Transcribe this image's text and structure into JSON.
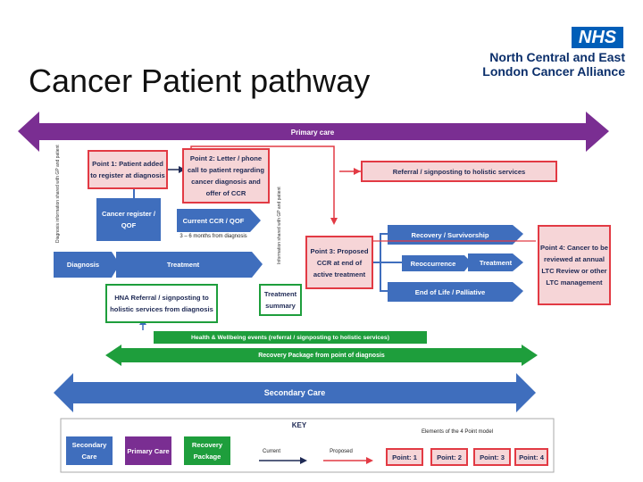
{
  "title": "Cancer Patient pathway",
  "logo": {
    "nhs": "NHS",
    "org_line1": "North Central and East",
    "org_line2": "London Cancer Alliance"
  },
  "bands": {
    "primary": "Primary care",
    "secondary": "Secondary Care",
    "health_events": "Health & Wellbeing events (referral / signposting to holistic services)",
    "recovery_package": "Recovery Package from point of diagnosis"
  },
  "boxes": {
    "point1": "Point 1: Patient added to register at diagnosis",
    "point2": "Point 2: Letter / phone call to patient regarding cancer diagnosis and offer of CCR",
    "referral": "Referral / signposting to holistic services",
    "cancer_register": "Cancer register / QOF",
    "current_ccr": "Current CCR / QOF",
    "months": "3 – 6 months from diagnosis",
    "diagnosis": "Diagnosis",
    "treatment": "Treatment",
    "point3": "Point 3: Proposed CCR at end of active treatment",
    "recovery": "Recovery / Survivorship",
    "reoccurrence": "Reoccurrence",
    "treatment2": "Treatment",
    "end_of_life": "End of Life / Palliative",
    "point4": "Point 4: Cancer to be reviewed at annual LTC Review or other LTC management",
    "hna": "HNA Referral / signposting to holistic services from diagnosis",
    "treatment_summary": "Treatment summary",
    "vtext_left": "Diagnosis information shared with GP and patient",
    "vtext_right": "Information shared with GP and patient"
  },
  "key": {
    "title": "KEY",
    "elements_label": "Elements of the 4 Point model",
    "secondary": "Secondary Care",
    "primary": "Primary Care",
    "recovery": "Recovery Package",
    "current": "Current",
    "proposed": "Proposed",
    "p1": "Point: 1",
    "p2": "Point: 2",
    "p3": "Point: 3",
    "p4": "Point: 4"
  },
  "colors": {
    "purple": "#7a2e92",
    "blue": "#3f6ebd",
    "green": "#1e9e3c",
    "pink_border": "#e23a44",
    "nhs_blue": "#005eb8"
  }
}
